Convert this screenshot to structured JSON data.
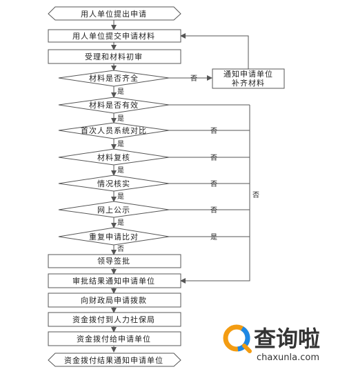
{
  "nodes": {
    "start": "用人单位提出申请",
    "submit": "用人单位提交申请材料",
    "receive": "受理和材料初审",
    "complete": "材料是否齐全",
    "notify_supplement": [
      "通知申请单位",
      "补齐材料"
    ],
    "valid": "材料是否有效",
    "first_compare": "首次人员系统对比",
    "review": "材料复核",
    "verify": "情况核实",
    "publicity": "网上公示",
    "repeat_compare": "重复申请比对",
    "leader": "领导签批",
    "notify_result": "审批结果通知申请单位",
    "finance": "向财政局申请拨款",
    "funds_bureau": "资金拨付到人力社保局",
    "funds_unit": "资金拨付给申请单位",
    "end": "资金拨付结果通知申请单位"
  },
  "labels": {
    "yes": "是",
    "no": "否"
  },
  "watermark": {
    "brand": "查询啦",
    "url": "chaxunla.com",
    "colors": {
      "orange": "#f39c12",
      "blue": "#1e88e5"
    }
  }
}
